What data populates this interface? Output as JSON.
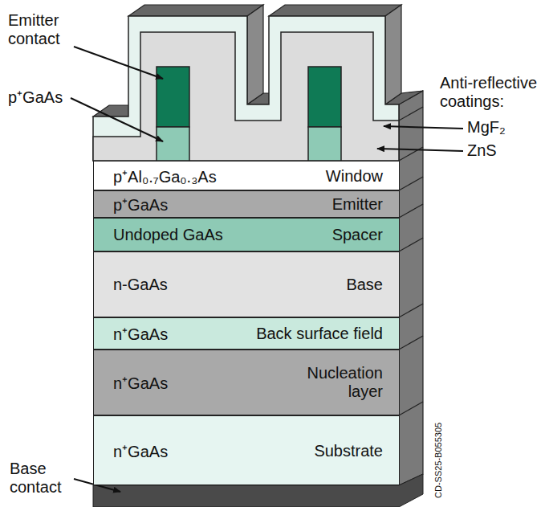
{
  "diagram": {
    "nodes": [
      {
        "text": [
          "p⁺Al₀.₇Ga₀.₃As",
          "Window"
        ]
      },
      {
        "text": [
          "p⁺GaAs",
          "Emitter"
        ]
      },
      {
        "text": [
          "Undoped GaAs",
          "Spacer"
        ]
      },
      {
        "text": [
          "n-GaAs",
          "Base"
        ]
      },
      {
        "text": [
          "n⁺GaAs",
          "Back surface field"
        ]
      },
      {
        "text": [
          "n⁺GaAs",
          "Nucleation layer"
        ]
      },
      {
        "text": [
          "n⁺GaAs",
          "Substrate"
        ]
      }
    ],
    "labels": [
      "Emitter contact",
      "p⁺GaAs",
      "Anti-reflective coatings:",
      "MgF₂",
      "ZnS",
      "Base contact",
      "CD-SS25-B055305"
    ]
  }
}
